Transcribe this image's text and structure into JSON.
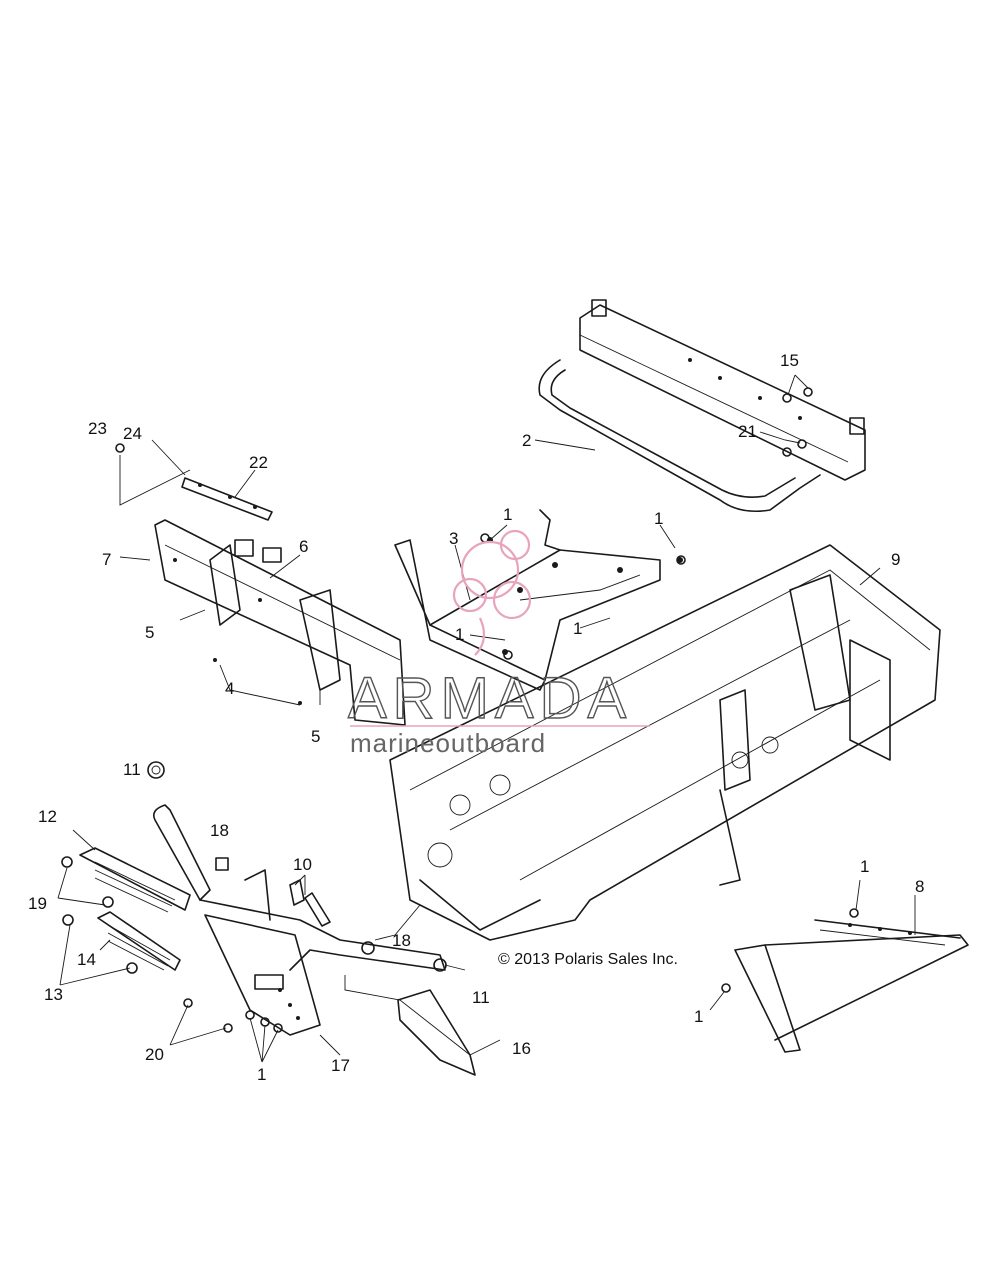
{
  "copyright": "© 2013 Polaris Sales Inc.",
  "watermark": {
    "brand": "ARMADA",
    "tagline": "marineoutboard",
    "accent_color": "#e8a3bd"
  },
  "callouts": [
    "1",
    "2",
    "3",
    "4",
    "5",
    "6",
    "7",
    "8",
    "9",
    "10",
    "11",
    "12",
    "13",
    "14",
    "15",
    "16",
    "17",
    "18",
    "19",
    "20",
    "21",
    "22",
    "23",
    "24"
  ]
}
